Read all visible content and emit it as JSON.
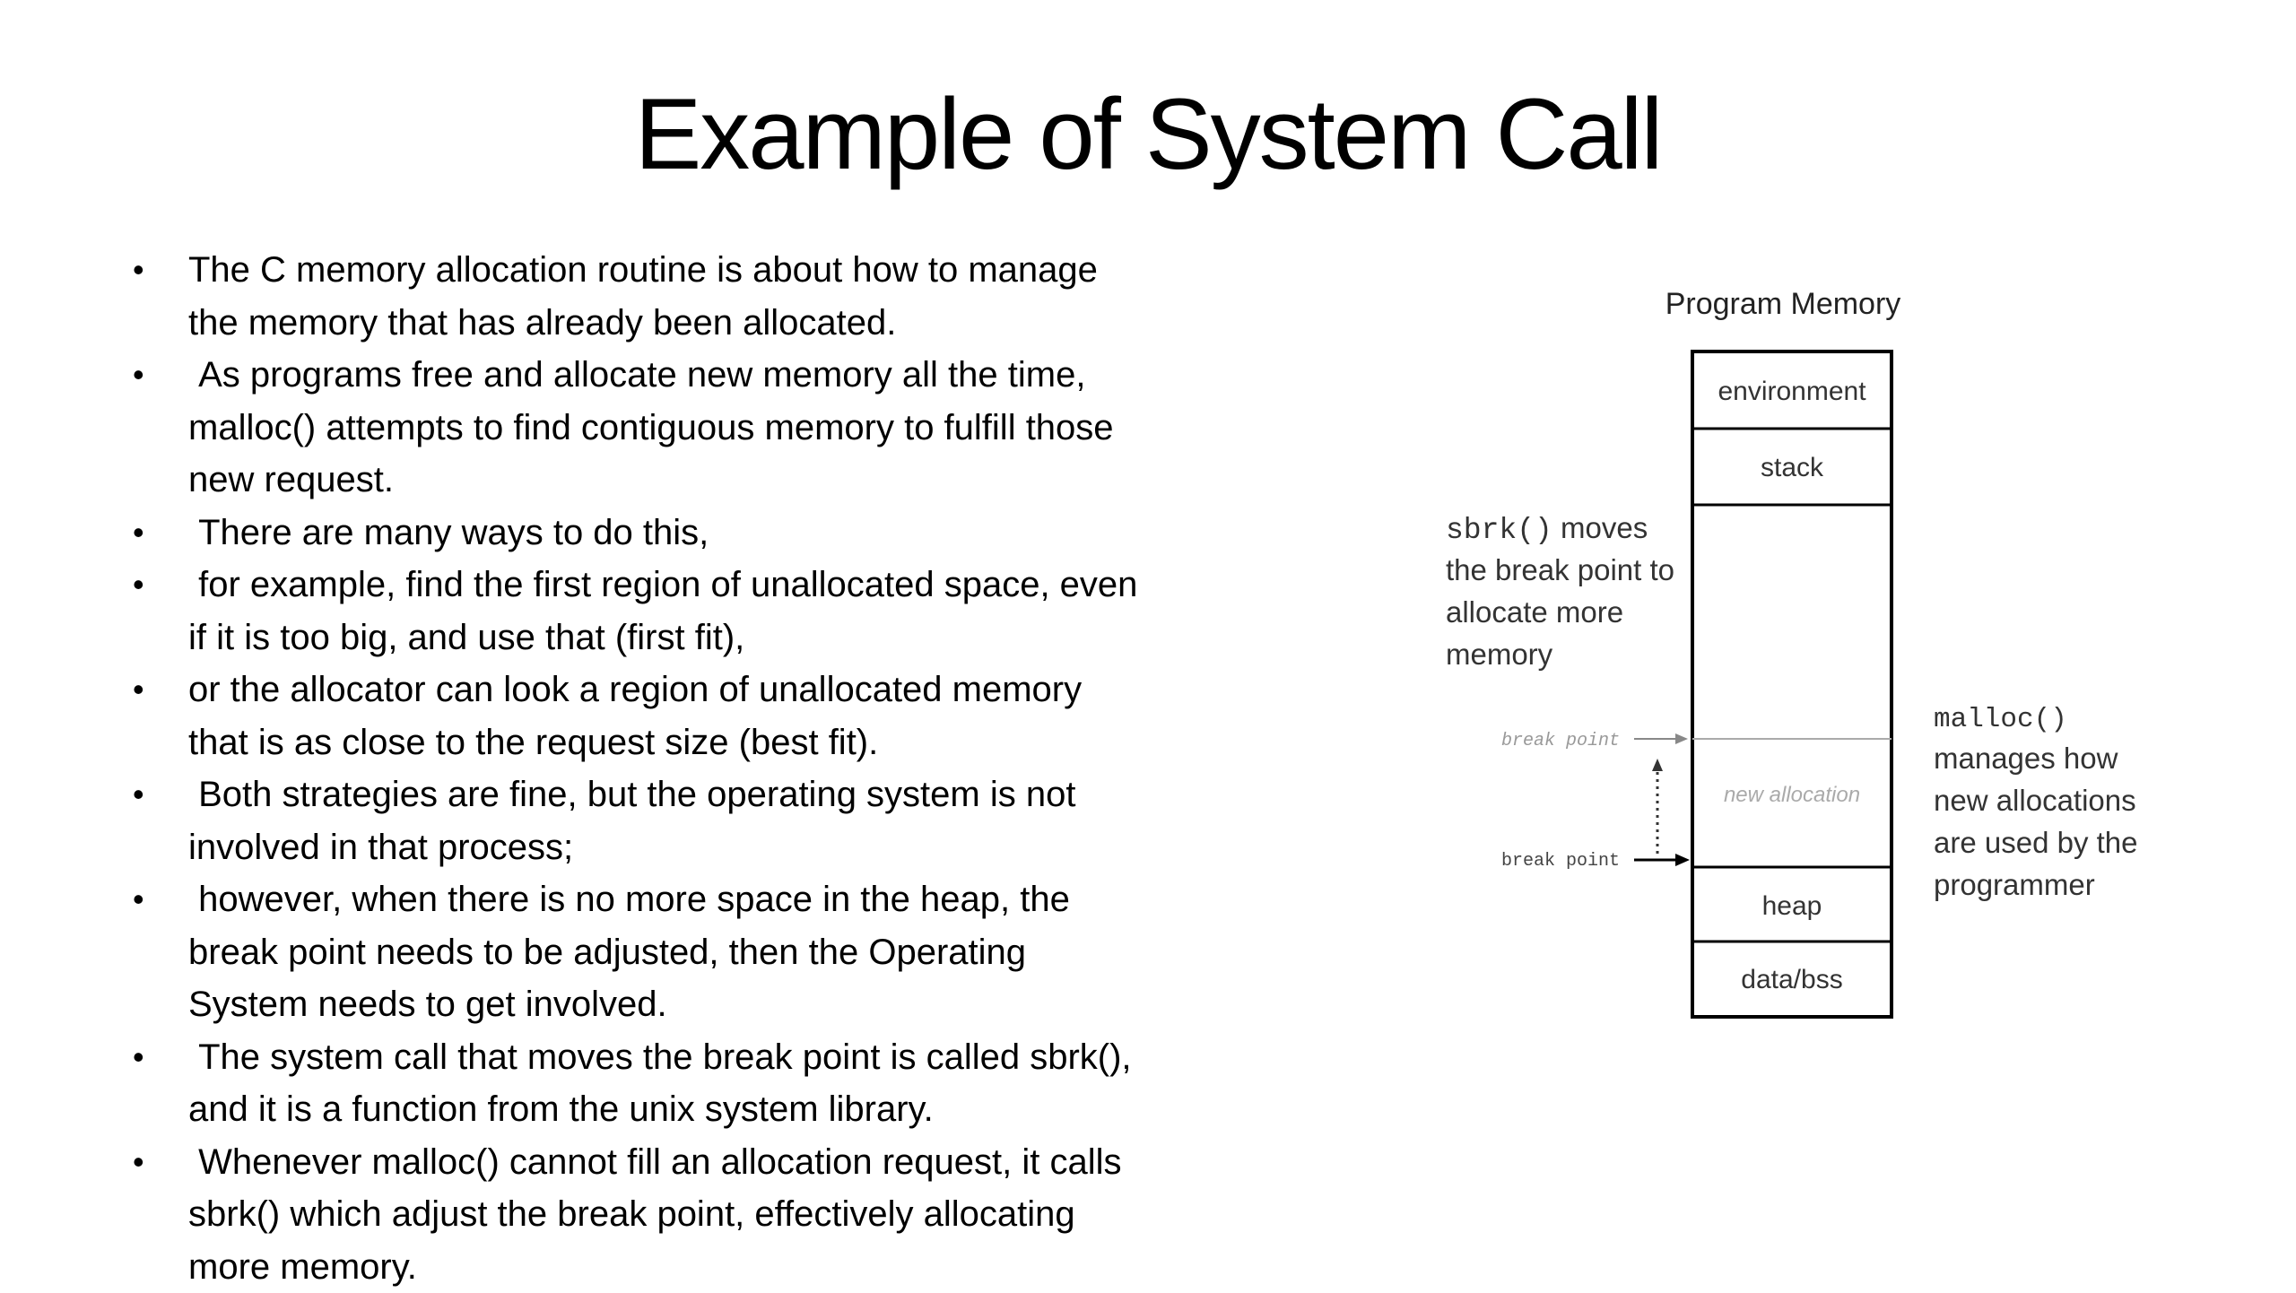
{
  "slide": {
    "title": "Example of System Call"
  },
  "bullets": [
    {
      "lines": [
        "The C memory allocation routine is about how to manage",
        "the memory that has already been allocated."
      ]
    },
    {
      "lines": [
        " As programs free and allocate new memory all the time,",
        "malloc() attempts to find contiguous memory to fulfill those",
        "new request."
      ]
    },
    {
      "lines": [
        " There are many ways to do this,"
      ]
    },
    {
      "lines": [
        " for example, find the first region of unallocated space, even",
        "if it is too big, and use that (first fit),"
      ]
    },
    {
      "lines": [
        "or the allocator can look a region of unallocated memory",
        "that is as close to the request size (best fit)."
      ]
    },
    {
      "lines": [
        " Both strategies are fine, but the operating system is not",
        "involved in that process;"
      ]
    },
    {
      "lines": [
        " however, when there is no more space in the heap, the",
        "break point needs to be adjusted, then the Operating",
        "System needs to get involved."
      ]
    },
    {
      "lines": [
        " The system call that moves the break point is called sbrk(),",
        "and it is a function from the unix system library."
      ]
    },
    {
      "lines": [
        " Whenever malloc() cannot fill an allocation request, it calls",
        "sbrk() which adjust the break point, effectively allocating",
        "more memory."
      ]
    }
  ],
  "bullet_symbol": "•",
  "diagram": {
    "title": "Program Memory",
    "segments": {
      "environment": "environment",
      "stack": "stack",
      "new_allocation": "new allocation",
      "heap": "heap",
      "data_bss": "data/bss"
    },
    "break_point_new": "break point",
    "break_point_old": "break point",
    "sbrk_note": {
      "code": "sbrk()",
      "line1_rest": " moves",
      "line2": "the break point to",
      "line3": "allocate more",
      "line4": "memory"
    },
    "malloc_note": {
      "code": "malloc()",
      "line2": "manages how",
      "line3": "new allocations",
      "line4": "are used by the",
      "line5": "programmer"
    },
    "colors": {
      "line": "#000000",
      "faint": "#999999",
      "text": "#333333"
    }
  }
}
